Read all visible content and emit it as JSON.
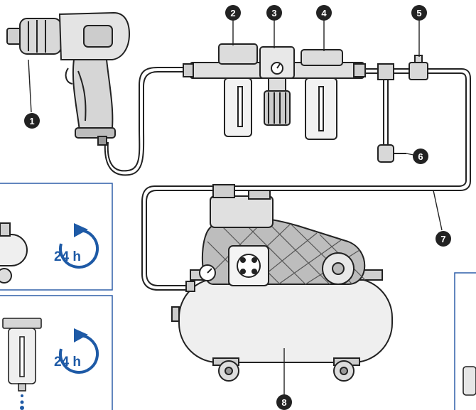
{
  "callouts": {
    "c1": "1",
    "c2": "2",
    "c3": "3",
    "c4": "4",
    "c5": "5",
    "c6": "6",
    "c7": "7",
    "c8": "8"
  },
  "maintenance_panels": {
    "drain_tank": {
      "interval": "24 h",
      "icon": "rotate-clockwise-arrow-icon"
    },
    "drain_filter": {
      "interval": "24 h",
      "icon": "rotate-clockwise-arrow-icon"
    }
  },
  "colors": {
    "line": "#222222",
    "panel_border": "#2f5fa8",
    "accent_blue": "#1e5aa6"
  }
}
